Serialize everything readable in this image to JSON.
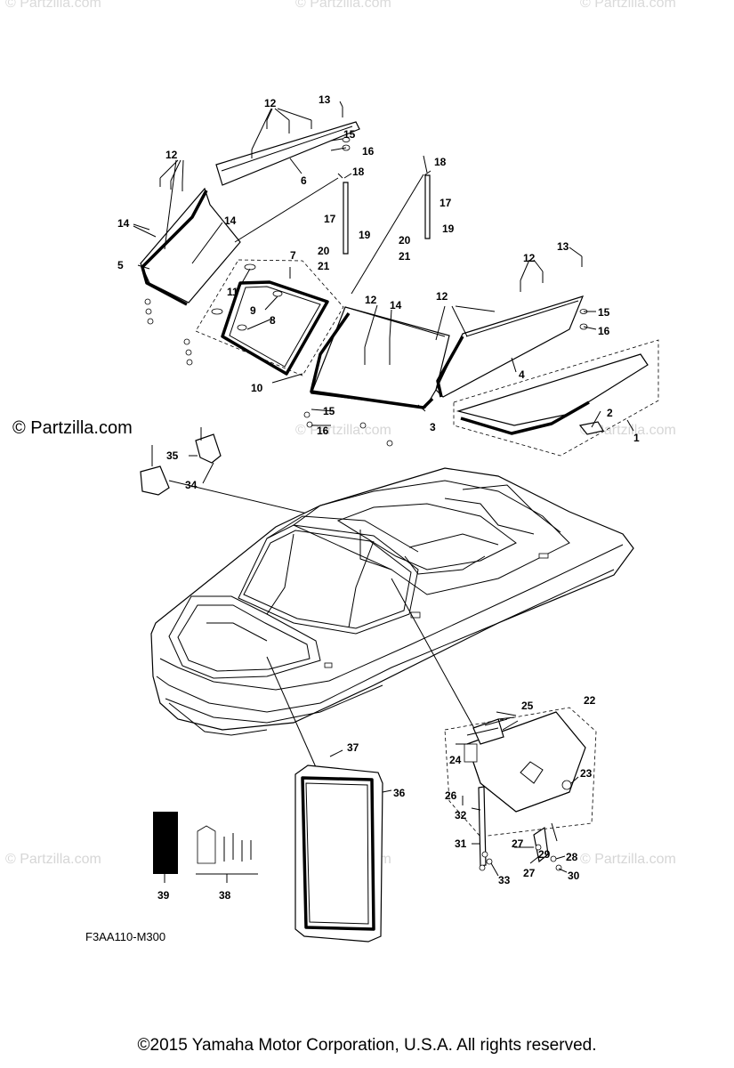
{
  "watermark_text": "© Partzilla.com",
  "copyright_mark": "© Partzilla.com",
  "diagram_code": "F3AA110-M300",
  "footer": "©2015 Yamaha Motor Corporation, U.S.A. All rights reserved.",
  "callouts": {
    "c1": "1",
    "c2": "2",
    "c3": "3",
    "c4": "4",
    "c5": "5",
    "c6": "6",
    "c7": "7",
    "c8": "8",
    "c9": "9",
    "c10": "10",
    "c11": "11",
    "c12a": "12",
    "c12b": "12",
    "c12c": "12",
    "c12d": "12",
    "c12e": "12",
    "c13a": "13",
    "c13b": "13",
    "c14a": "14",
    "c14b": "14",
    "c14c": "14",
    "c15a": "15",
    "c15b": "15",
    "c15c": "15",
    "c16a": "16",
    "c16b": "16",
    "c16c": "16",
    "c17a": "17",
    "c17b": "17",
    "c18a": "18",
    "c18b": "18",
    "c19a": "19",
    "c19b": "19",
    "c20a": "20",
    "c20b": "20",
    "c21a": "21",
    "c21b": "21",
    "c22": "22",
    "c23": "23",
    "c24": "24",
    "c25": "25",
    "c26": "26",
    "c27a": "27",
    "c27b": "27",
    "c28": "28",
    "c29": "29",
    "c30": "30",
    "c31": "31",
    "c32": "32",
    "c33": "33",
    "c34": "34",
    "c35": "35",
    "c36": "36",
    "c37": "37",
    "c38": "38",
    "c39": "39"
  }
}
